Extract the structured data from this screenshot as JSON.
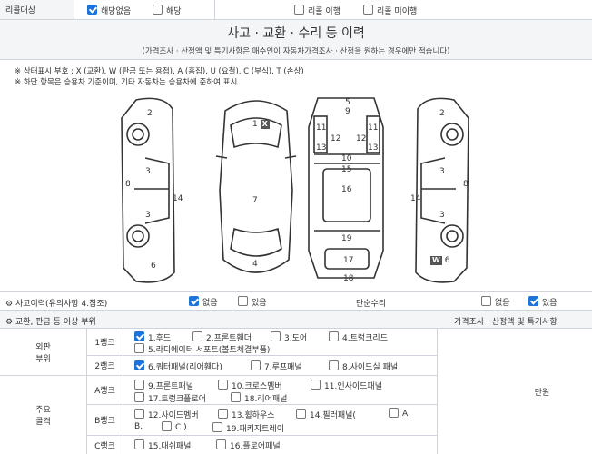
{
  "recall": {
    "label": "리콜대상",
    "opt_none": "해당없음",
    "opt_applicable": "해당",
    "opt_done": "리콜 이행",
    "opt_not_done": "리콜 미이행"
  },
  "header": {
    "title": "사고 · 교환 · 수리 등 이력",
    "subtitle": "(가격조사 · 산정액 및 특기사항은 매수인이 자동차가격조사 · 산정을 원하는 경우에만 적습니다)",
    "note1": "※ 상태표시 부호 : X (교환), W (판금 또는 용접), A (흠집), U (요철), C (부식), T (손상)",
    "note2": "※ 하단 항목은 승용차 기준이며, 기타 자동차는 승용차에 준하여 표시"
  },
  "diagram": {
    "mark_x": "X",
    "mark_w": "W",
    "n1": "1",
    "n2": "2",
    "n3": "3",
    "n4": "4",
    "n5": "5",
    "n6": "6",
    "n7": "7",
    "n8": "8",
    "n9": "9",
    "n10": "10",
    "n11": "11",
    "n12": "12",
    "n13": "13",
    "n14": "14",
    "n15": "15",
    "n16": "16",
    "n17": "17",
    "n18": "18",
    "n19": "19"
  },
  "accident": {
    "label": "사고이력(유의사항 4.참조)",
    "opt_none": "없음",
    "opt_yes": "있음",
    "simple_repair_label": "단순수리",
    "sr_none": "없음",
    "sr_yes": "있음"
  },
  "parts_header": {
    "label": "교환, 판금 등 이상 부위",
    "price_label": "가격조사 · 산정액 및 특기사항"
  },
  "outer": {
    "group": "외판\n부위",
    "rank1": "1랭크",
    "rank2": "2랭크",
    "r1_items": [
      "1.후드",
      "2.프론트휀더",
      "3.도어",
      "4.트렁크리드",
      "5.라디에이터 서포트(볼트체결부품)"
    ],
    "r2_items": [
      "6.쿼터패널(리어휀다)",
      "7.루프패널",
      "8.사이드실 패널"
    ]
  },
  "frame": {
    "group": "주요\n골격",
    "rankA": "A랭크",
    "rankB": "B랭크",
    "rankC": "C랭크",
    "a_items": [
      "9.프론트패널",
      "10.크로스멤버",
      "11.인사이드패널",
      "17.트렁크플로어",
      "18.리어패널"
    ],
    "b_items": [
      "12.사이드멤버",
      "13.휠하우스",
      "14.필러패널(",
      "A,",
      "B,",
      "C )",
      "19.패키지트레이"
    ],
    "c_items": [
      "15.대쉬패널",
      "16.플로어패널"
    ]
  },
  "price": {
    "unit": "만원"
  }
}
